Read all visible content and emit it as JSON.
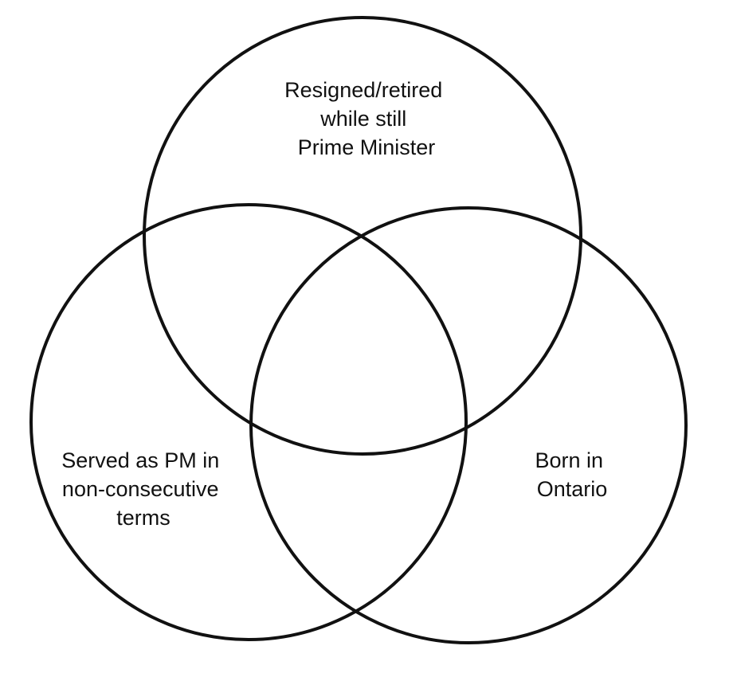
{
  "diagram": {
    "type": "venn",
    "sets": [
      {
        "id": "top",
        "lines": [
          "Resigned/retired",
          "while still",
          "Prime Minister"
        ]
      },
      {
        "id": "left",
        "lines": [
          "Served as PM in",
          "non-consecutive",
          "terms"
        ]
      },
      {
        "id": "right",
        "lines": [
          "Born in",
          "Ontario"
        ]
      }
    ]
  },
  "colors": {
    "background": "#ffffff",
    "stroke": "#111111",
    "text": "#111111"
  }
}
